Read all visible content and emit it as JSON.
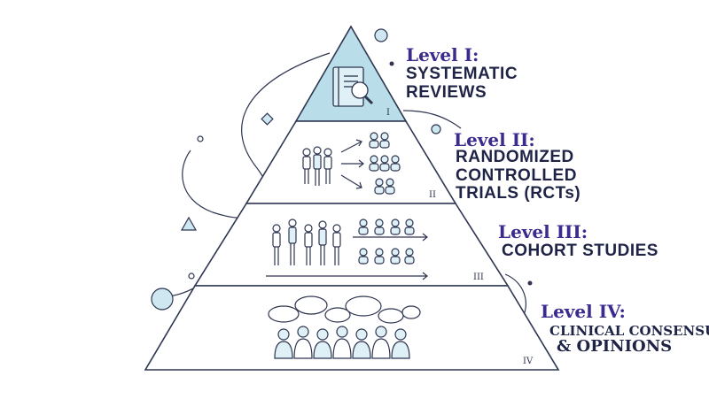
{
  "levels": [
    {
      "roman": "I",
      "title": "Level I:",
      "name_lines": [
        "SYSTEMATIC",
        "REVIEWS"
      ],
      "icon": "book-magnifier-icon"
    },
    {
      "roman": "II",
      "title": "Level II:",
      "name_lines": [
        "RANDOMIZED",
        "CONTROLLED",
        "TRIALS (RCTs)"
      ],
      "icon": "group-randomization-icon"
    },
    {
      "roman": "III",
      "title": "Level III:",
      "name_lines": [
        "COHORT STUDIES"
      ],
      "icon": "cohort-groups-icon"
    },
    {
      "roman": "IV",
      "title": "Level IV:",
      "name_lines": [
        "CLINICAL CONSENSUS",
        "& OPINIONS"
      ],
      "icon": "crowd-thought-bubbles-icon"
    }
  ],
  "colors": {
    "title": "#3b2b8f",
    "name": "#1f2447",
    "outline": "#2d3550",
    "apex_fill": "#b9dde9",
    "decor_fill": "#cfe7f1"
  }
}
